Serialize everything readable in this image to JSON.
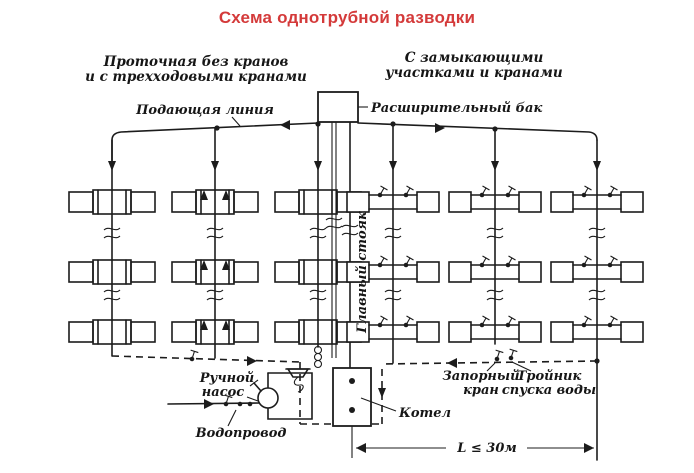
{
  "title": {
    "text": "Схема однотрубной разводки"
  },
  "headers": {
    "left_line1": "Проточная без кранов",
    "left_line2": "и с трехходовыми кранами",
    "right_line1": "С замыкающими",
    "right_line2": "участками и кранами"
  },
  "labels": {
    "supply_line": "Подающая линия",
    "expansion_tank": "Расширительный бак",
    "main_riser": "Главный стояк",
    "hand_pump_1": "Ручной",
    "hand_pump_2": "насос",
    "water_supply": "Водопровод",
    "boiler": "Котел",
    "shutoff_valve_1": "Запорный",
    "shutoff_valve_2": "кран",
    "drain_tee_1": "Тройник",
    "drain_tee_2": "спуска воды",
    "dimension": "L ≤ 30м"
  },
  "colors": {
    "title": "#d43a3a",
    "line": "#1c1c1c",
    "background": "#ffffff"
  }
}
